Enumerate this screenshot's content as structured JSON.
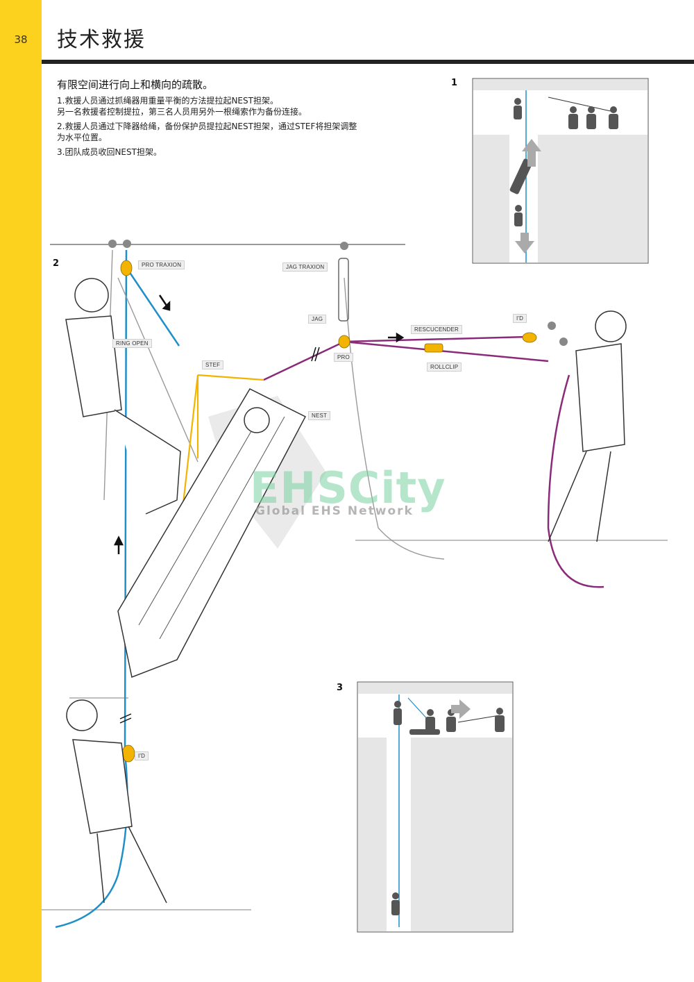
{
  "page": {
    "number": "38",
    "title": "技术救援"
  },
  "section": {
    "heading": "有限空间进行向上和横向的疏散。",
    "steps": [
      "1.救援人员通过抓绳器用重量平衡的方法提拉起NEST担架。",
      "另一名救援者控制提拉，第三名人员用另外一根绳索作为备份连接。",
      "2.救援人员通过下降器给绳，备份保护员提拉起NEST担架，通过STEF将担架调整",
      "为水平位置。",
      "3.团队成员收回NEST担架。"
    ]
  },
  "figures": {
    "fig1": "1",
    "fig2": "2",
    "fig3": "3"
  },
  "equipment_labels": {
    "pro_traxion": "PRO TRAXION",
    "jag_traxion": "JAG TRAXION",
    "jag": "JAG",
    "ring_open": "RING OPEN",
    "stef": "STEF",
    "pro": "PRO",
    "rescucender": "RESCUCENDER",
    "id_top": "I'D",
    "rollclip": "ROLLCLIP",
    "nest": "NEST",
    "id_bottom": "I'D"
  },
  "watermark": {
    "brand": "EHSCity",
    "tagline": "Global EHS Network"
  },
  "colors": {
    "sidebar": "#fdd21f",
    "rope_blue": "#1e8fc8",
    "rope_purple": "#8a2a7a",
    "device_yellow": "#f2b400"
  }
}
